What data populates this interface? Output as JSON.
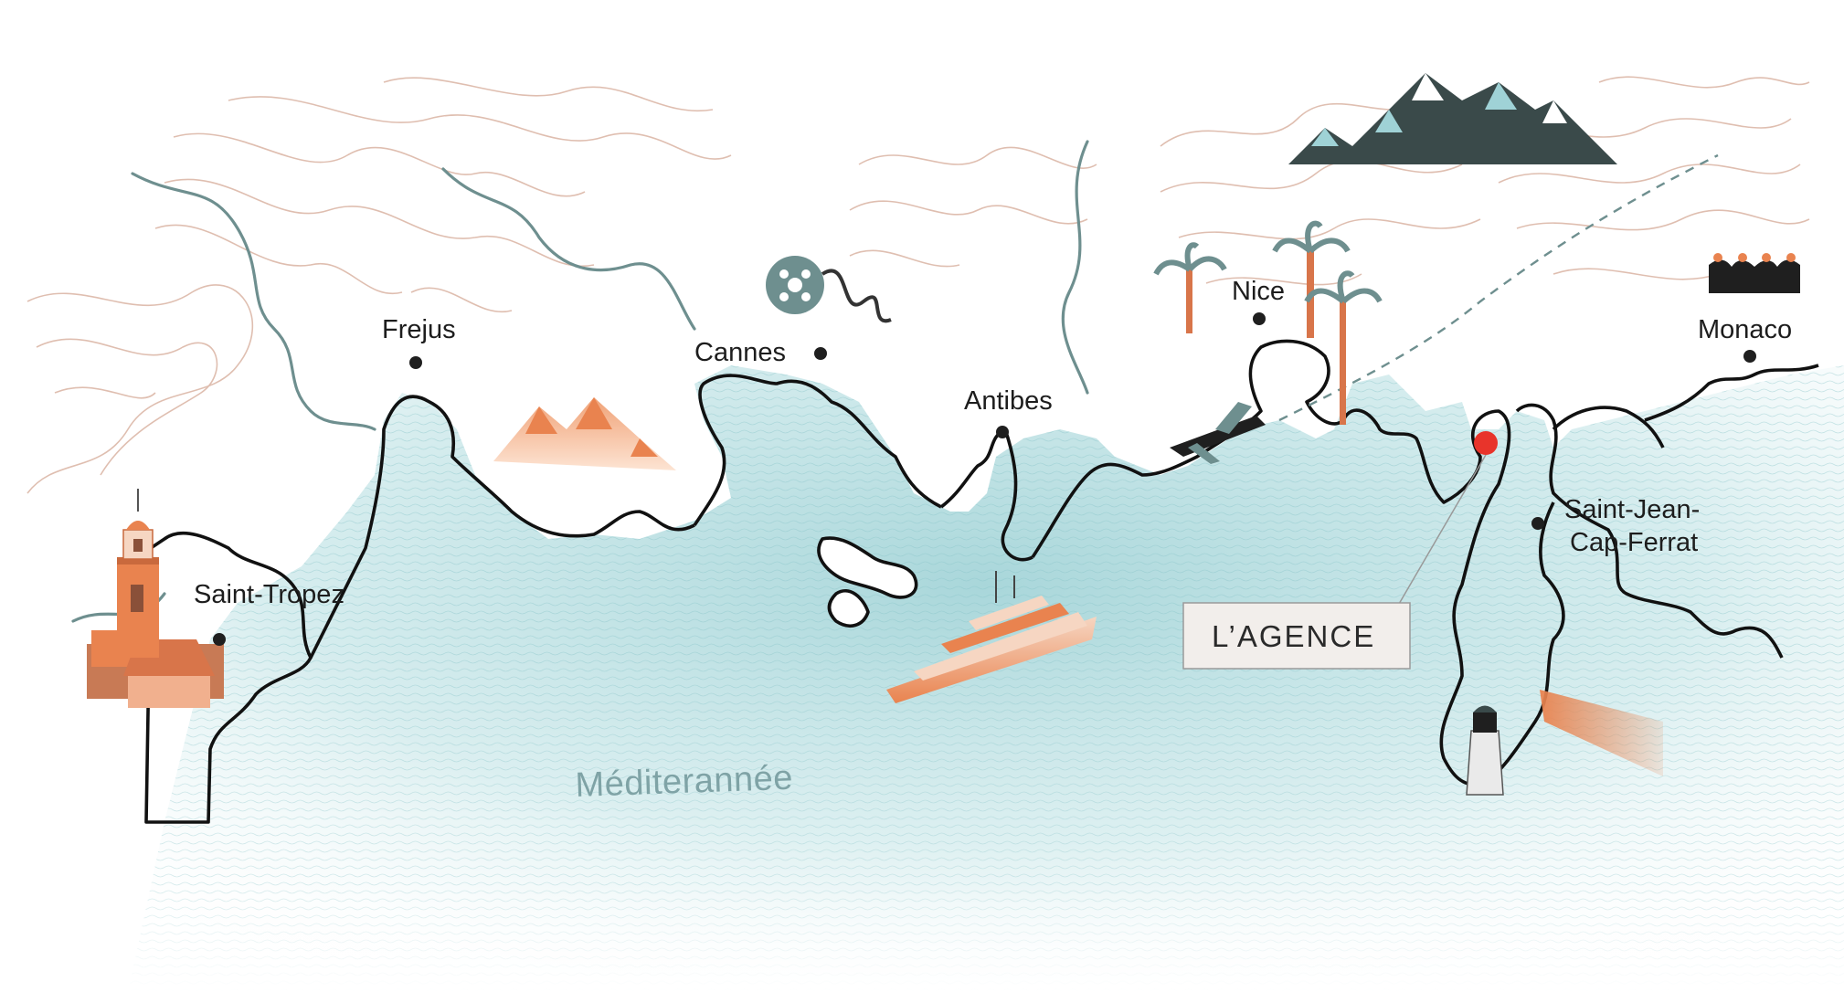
{
  "map": {
    "sea_name": "Méditerannée",
    "agency_label": "L’AGENCE",
    "colors": {
      "coastline": "#111111",
      "sea": "#bfe1e3",
      "sea_light": "#e6f4f5",
      "contours": "#dcb8a8",
      "rivers": "#6e8f8f",
      "accent_orange": "#e9834f",
      "marker_red": "#e8342b"
    },
    "cities": [
      {
        "id": "saint-tropez",
        "name": "Saint-Tropez"
      },
      {
        "id": "frejus",
        "name": "Frejus"
      },
      {
        "id": "cannes",
        "name": "Cannes"
      },
      {
        "id": "antibes",
        "name": "Antibes"
      },
      {
        "id": "nice",
        "name": "Nice"
      },
      {
        "id": "monaco",
        "name": "Monaco"
      },
      {
        "id": "saint-jean-cap-ferrat",
        "name_line1": "Saint-Jean-",
        "name_line2": "Cap-Ferrat"
      }
    ],
    "illustrations": [
      "church-tower-icon",
      "orange-mountains-icon",
      "film-reel-icon",
      "yacht-icon",
      "airplane-icon",
      "palm-trees-icon",
      "snowy-mountains-icon",
      "crown-icon",
      "lighthouse-icon",
      "location-marker-icon"
    ]
  }
}
